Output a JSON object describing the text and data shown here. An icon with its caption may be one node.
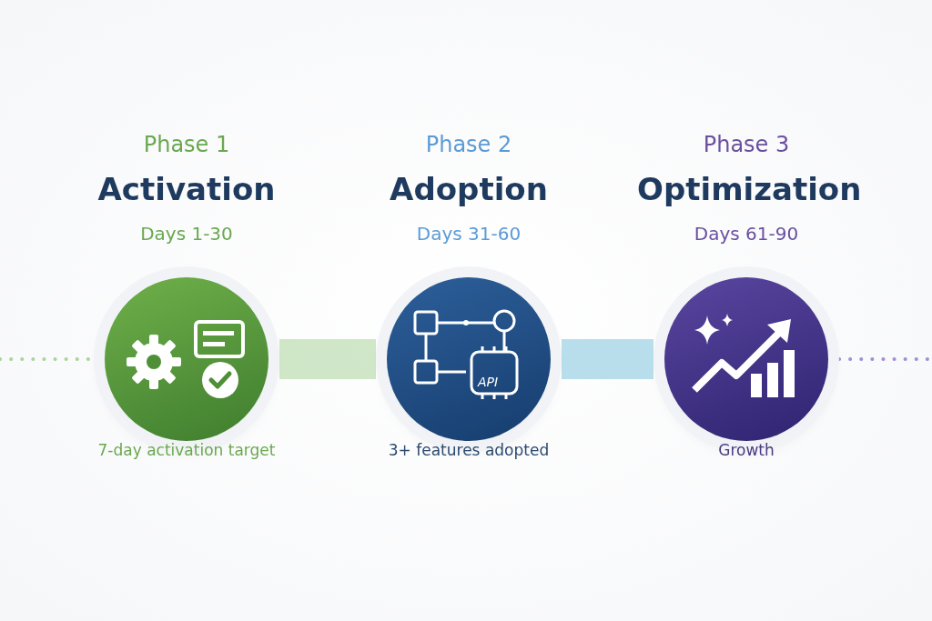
{
  "diagram": {
    "nodes": [
      {
        "text": [
          "Phase 1",
          "Activation",
          "Days 1-30"
        ],
        "beside": [
          "7-day activation target"
        ]
      },
      {
        "text": [
          "Phase 2",
          "Adoption",
          "Days 31-60"
        ],
        "beside": [
          "3+ features adopted"
        ]
      },
      {
        "text": [
          "Phase 3",
          "Optimization",
          "Days 61-90"
        ],
        "beside": [
          "Growth"
        ]
      }
    ],
    "edges": [
      {
        "from": null,
        "to": 0,
        "arrow": "none",
        "style": "dashed"
      },
      {
        "from": 0,
        "to": 1,
        "arrow": "none",
        "style": "thick"
      },
      {
        "from": 1,
        "to": 2,
        "arrow": "none",
        "style": "thick"
      },
      {
        "from": 2,
        "to": null,
        "arrow": "none",
        "style": "dashed"
      }
    ],
    "labels": [
      "API"
    ]
  }
}
